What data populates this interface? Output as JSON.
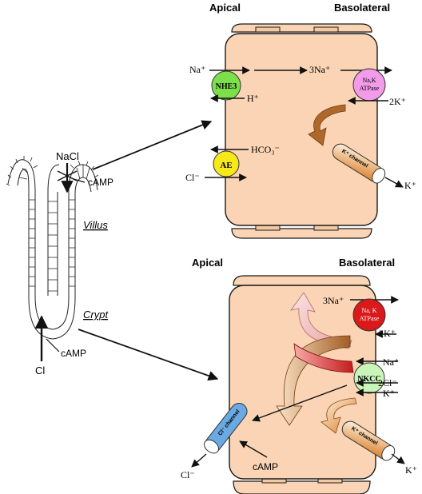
{
  "colors": {
    "cell_fill": "#fad4b4",
    "cell_stroke": "#1a1a1a",
    "nhe3": "#7be04a",
    "pump_top": "#f29be8",
    "ae": "#f7e81a",
    "pump_bottom": "#d9191a",
    "nkcc": "#c9f5b9",
    "k_channel": "#e8862b",
    "cl_channel": "#6aa9e2",
    "k_path": "#b0682a",
    "pink_arrow": "#f6c2c2",
    "red_arrow": "#c81e1e"
  },
  "villus_cell": {
    "apical": "Apical",
    "basolateral": "Basolateral",
    "na_in": "Na⁺",
    "na_out": "3Na⁺",
    "nhe3": "NHE3",
    "h_out": "H⁺",
    "pump_label_1": "Na,K",
    "pump_label_2": "ATPase",
    "k_in": "2K⁺",
    "k_channel": "K⁺ channel",
    "k_out": "K⁺",
    "hco3": "HCO₃⁻",
    "ae": "AE",
    "cl_in": "Cl⁻"
  },
  "crypt_cell": {
    "apical": "Apical",
    "basolateral": "Basolateral",
    "na_out": "3Na⁺",
    "pump_label_1": "Na, K",
    "pump_label_2": "ATPase",
    "k_in": "2K⁺",
    "na_in": "Na⁺",
    "nkcc": "NKCC",
    "cl_in": "2Cl⁻",
    "k_in2": "K⁺",
    "cl_channel": "Cl⁻ channel",
    "cl_out": "Cl⁻",
    "camp": "cAMP",
    "k_channel": "K⁺ channel",
    "k_out": "K⁺"
  },
  "intestine": {
    "nacl": "NaCl",
    "camp_top": "cAMP",
    "villus": "Villus",
    "crypt": "Crypt",
    "cl": "Cl",
    "camp_bottom": "cAMP"
  }
}
